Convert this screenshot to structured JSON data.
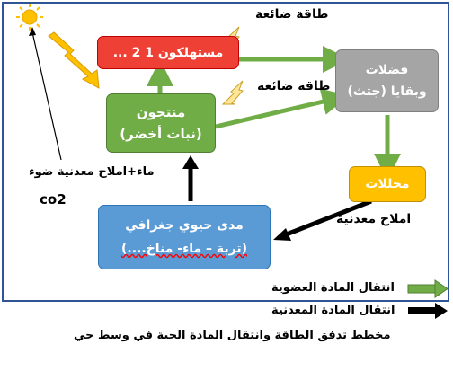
{
  "nodes": {
    "consumers": "مستهلكون 1 2 ...",
    "producers_line1": "منتجون",
    "producers_line2": "(نبات أخضر)",
    "waste_line1": "فضلات",
    "waste_line2": "وبقايا (جثث)",
    "decomposers": "محللات",
    "biotope_line1": "مدى حيوي جغرافي",
    "biotope_line2": "(تربة – ماء- مناخ....)"
  },
  "labels": {
    "lost_energy_top": "طاقة ضائعة",
    "lost_energy_mid": "طاقة ضائعة",
    "inputs": "ماء+املاح معدنية ضوء",
    "co2": "co2",
    "mineral_salts": "املاح معدنية"
  },
  "legend": {
    "organic": "انتقال المادة العضوية",
    "mineral": "انتقال المادة المعدنية"
  },
  "caption": "مخطط تدفق الطاقة وانتقال المادة الحية في وسط حي",
  "colors": {
    "frame": "#2f5597",
    "consumers": "#ee4035",
    "producers": "#70ad47",
    "waste": "#a5a5a5",
    "decomposers": "#ffc000",
    "biotope": "#5b9bd5",
    "organic_arrow": "#70ad47",
    "mineral_arrow": "#000000",
    "sun": "#ffc000",
    "lightning": "#ffc000"
  },
  "icons": [
    "sun-icon",
    "lightning-icon"
  ]
}
